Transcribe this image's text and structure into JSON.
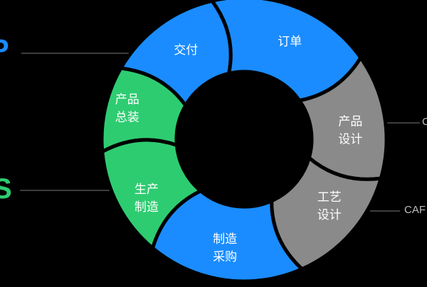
{
  "colors": {
    "background": "#000000",
    "blue": "#1a8cff",
    "green": "#2ecc71",
    "gray": "#8a8a8a",
    "outline": "#000000",
    "text": "#ffffff",
    "connector": "#7a7a7a"
  },
  "segments": [
    {
      "key": "jiaofu",
      "lines": [
        "交付"
      ],
      "color": "blue"
    },
    {
      "key": "dingdan",
      "lines": [
        "订单"
      ],
      "color": "blue"
    },
    {
      "key": "chanpin-sheji",
      "lines": [
        "产品",
        "设计"
      ],
      "color": "gray"
    },
    {
      "key": "gongyi-sheji",
      "lines": [
        "工艺",
        "设计"
      ],
      "color": "gray"
    },
    {
      "key": "zhizao-caigou",
      "lines": [
        "制造",
        "采购"
      ],
      "color": "blue"
    },
    {
      "key": "shengchan-zhizao",
      "lines": [
        "生产",
        "制造"
      ],
      "color": "green"
    },
    {
      "key": "chanpin-zongzhuang",
      "lines": [
        "产品",
        "总装"
      ],
      "color": "green"
    }
  ],
  "edge_labels": {
    "left_top": "P",
    "left_bottom": "S",
    "right_top": "C",
    "right_bottom": "CAF"
  }
}
